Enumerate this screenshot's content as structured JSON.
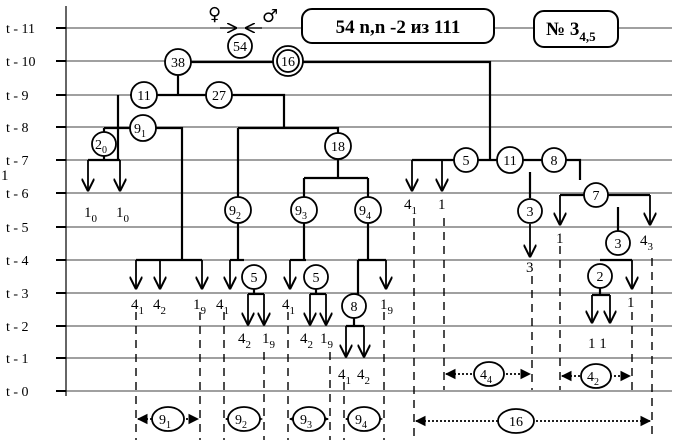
{
  "header": {
    "title_box": "54 n,n -2   из 111",
    "number_main": "№ 3",
    "number_sub": "4,5",
    "female_symbol": "♀",
    "male_symbol": "♂"
  },
  "time_rows": [
    "t - 11",
    "t - 10",
    "t - 9",
    "t - 8",
    "t - 7",
    "t - 6",
    "t - 5",
    "t - 4",
    "t - 3",
    "t - 2",
    "t - 1",
    "t - 0"
  ],
  "stray_mark": "1",
  "nodes": {
    "n54": "54",
    "n38": "38",
    "n16": "16",
    "n11": "11",
    "n27": "27",
    "n9": "9",
    "n9_sub": "1",
    "n2": "2",
    "n2_sub": "0",
    "n18": "18",
    "n9b": "9",
    "n9b_sub": "2",
    "n9c": "9",
    "n9c_sub": "3",
    "n9d": "9",
    "n9d_sub": "4",
    "n5a": "5",
    "n5b": "5",
    "n8": "8",
    "r5": "5",
    "r11": "11",
    "r8": "8",
    "r7": "7",
    "r3a": "3",
    "r3b": "3",
    "r2": "2"
  },
  "labels": {
    "l10a": "1",
    "l10a_sub": "0",
    "l10b": "1",
    "l10b_sub": "0",
    "g1_a": "4",
    "g1_a_sub": "1",
    "g1_b": "4",
    "g1_b_sub": "2",
    "g1_c": "1",
    "g1_c_sub": "9",
    "g2_a": "4",
    "g2_a_sub": "1",
    "g2_b": "4",
    "g2_b_sub": "2",
    "g2_c": "1",
    "g2_c_sub": "9",
    "g3_a": "4",
    "g3_a_sub": "1",
    "g3_b": "4",
    "g3_b_sub": "2",
    "g3_c": "1",
    "g3_c_sub": "9",
    "g4_a": "4",
    "g4_a_sub": "1",
    "g4_b": "4",
    "g4_b_sub": "2",
    "g4_c": "1",
    "g4_c_sub": "9",
    "r_41": "4",
    "r_41_sub": "1",
    "r_1a": "1",
    "r_3": "3",
    "r_1b": "1",
    "r_43": "4",
    "r_43_sub": "3",
    "r_1c": "1",
    "r_11": "1 1"
  },
  "brackets": {
    "b1": "9",
    "b1_sub": "1",
    "b2": "9",
    "b2_sub": "2",
    "b3": "9",
    "b3_sub": "3",
    "b4": "9",
    "b4_sub": "4",
    "b16": "16",
    "b44": "4",
    "b44_sub": "4",
    "b42": "4",
    "b42_sub": "2"
  }
}
